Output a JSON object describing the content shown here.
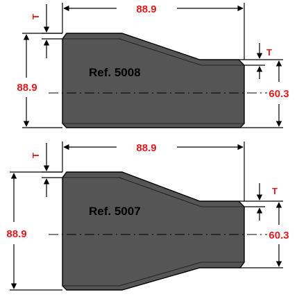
{
  "colors": {
    "dimension_text": "#e8191e",
    "part_fill": "#555555",
    "line": "#000000"
  },
  "diagrams": [
    {
      "reference": "Ref. 5008",
      "length": "88.9",
      "large_diameter": "88.9",
      "small_diameter": "60.3",
      "thickness_left": "T",
      "thickness_right": "T"
    },
    {
      "reference": "Ref. 5007",
      "length": "88.9",
      "large_diameter": "88.9",
      "small_diameter": "60.3",
      "thickness_left": "T",
      "thickness_right": "T"
    }
  ]
}
